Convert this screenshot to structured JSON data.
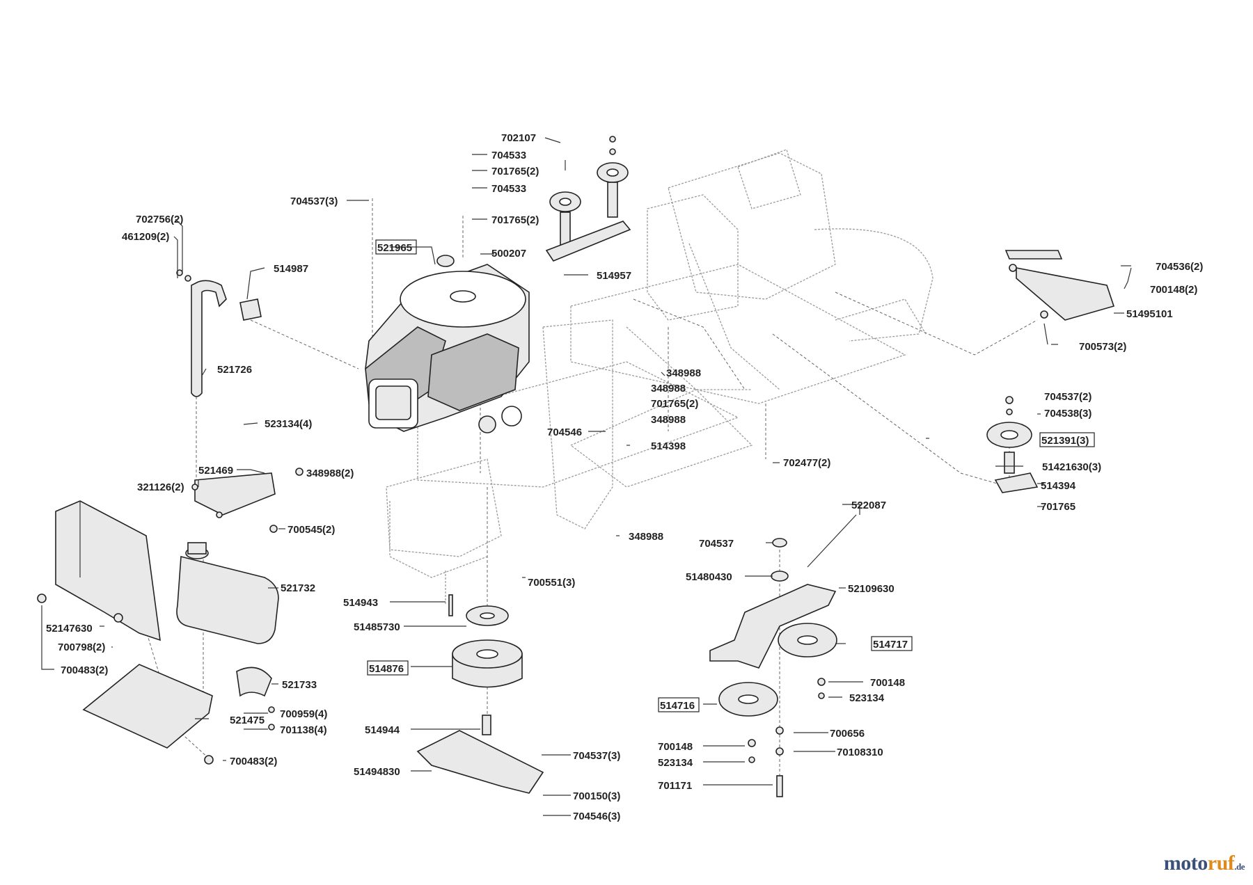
{
  "brand": {
    "name_dark": "moto",
    "name_accent": "ruf",
    "suffix": ".de",
    "dark_color": "#3a4f7a",
    "accent_color": "#e08a1e"
  },
  "labels": [
    {
      "id": "l1",
      "text": "702107"
    },
    {
      "id": "l2",
      "text": "704533"
    },
    {
      "id": "l3",
      "text": "701765(2)"
    },
    {
      "id": "l4",
      "text": "704533"
    },
    {
      "id": "l5",
      "text": "704537(3)"
    },
    {
      "id": "l6",
      "text": "701765(2)"
    },
    {
      "id": "l7",
      "text": "702756(2)"
    },
    {
      "id": "l8",
      "text": "461209(2)"
    },
    {
      "id": "l9",
      "text": "521965",
      "boxed": true
    },
    {
      "id": "l10",
      "text": "500207"
    },
    {
      "id": "l11",
      "text": "514957"
    },
    {
      "id": "l12",
      "text": "514987"
    },
    {
      "id": "l13",
      "text": "704536(2)"
    },
    {
      "id": "l14",
      "text": "700148(2)"
    },
    {
      "id": "l15",
      "text": "51495101"
    },
    {
      "id": "l16",
      "text": "700573(2)"
    },
    {
      "id": "l17",
      "text": "521726"
    },
    {
      "id": "l18",
      "text": "348988"
    },
    {
      "id": "l19",
      "text": "348988"
    },
    {
      "id": "l20",
      "text": "701765(2)"
    },
    {
      "id": "l21",
      "text": "348988"
    },
    {
      "id": "l22",
      "text": "704537(2)"
    },
    {
      "id": "l23",
      "text": "704538(3)"
    },
    {
      "id": "l24",
      "text": "523134(4)"
    },
    {
      "id": "l25",
      "text": "704546"
    },
    {
      "id": "l26",
      "text": "514398"
    },
    {
      "id": "l27",
      "text": "521391(3)",
      "boxed": true
    },
    {
      "id": "l28",
      "text": "51421630(3)"
    },
    {
      "id": "l29",
      "text": "702477(2)"
    },
    {
      "id": "l30",
      "text": "521469"
    },
    {
      "id": "l31",
      "text": "348988(2)"
    },
    {
      "id": "l32",
      "text": "321126(2)"
    },
    {
      "id": "l33",
      "text": "514394"
    },
    {
      "id": "l34",
      "text": "701765"
    },
    {
      "id": "l35",
      "text": "522087"
    },
    {
      "id": "l36",
      "text": "700545(2)"
    },
    {
      "id": "l37",
      "text": "348988"
    },
    {
      "id": "l38",
      "text": "704537"
    },
    {
      "id": "l39",
      "text": "51480430"
    },
    {
      "id": "l40",
      "text": "521732"
    },
    {
      "id": "l41",
      "text": "700551(3)"
    },
    {
      "id": "l42",
      "text": "52109630"
    },
    {
      "id": "l43",
      "text": "514943"
    },
    {
      "id": "l44",
      "text": "52147630"
    },
    {
      "id": "l45",
      "text": "51485730"
    },
    {
      "id": "l46",
      "text": "700798(2)"
    },
    {
      "id": "l47",
      "text": "514717",
      "boxed": true
    },
    {
      "id": "l48",
      "text": "700483(2)"
    },
    {
      "id": "l49",
      "text": "514876",
      "boxed": true
    },
    {
      "id": "l50",
      "text": "700148"
    },
    {
      "id": "l51",
      "text": "521733"
    },
    {
      "id": "l52",
      "text": "523134"
    },
    {
      "id": "l53",
      "text": "514716",
      "boxed": true
    },
    {
      "id": "l54",
      "text": "700959(4)"
    },
    {
      "id": "l55",
      "text": "521475"
    },
    {
      "id": "l56",
      "text": "701138(4)"
    },
    {
      "id": "l57",
      "text": "514944"
    },
    {
      "id": "l58",
      "text": "700656"
    },
    {
      "id": "l59",
      "text": "700148"
    },
    {
      "id": "l60",
      "text": "70108310"
    },
    {
      "id": "l61",
      "text": "523134"
    },
    {
      "id": "l62",
      "text": "700483(2)"
    },
    {
      "id": "l63",
      "text": "704537(3)"
    },
    {
      "id": "l64",
      "text": "51494830"
    },
    {
      "id": "l65",
      "text": "701171"
    },
    {
      "id": "l66",
      "text": "700150(3)"
    },
    {
      "id": "l67",
      "text": "704546(3)"
    }
  ]
}
